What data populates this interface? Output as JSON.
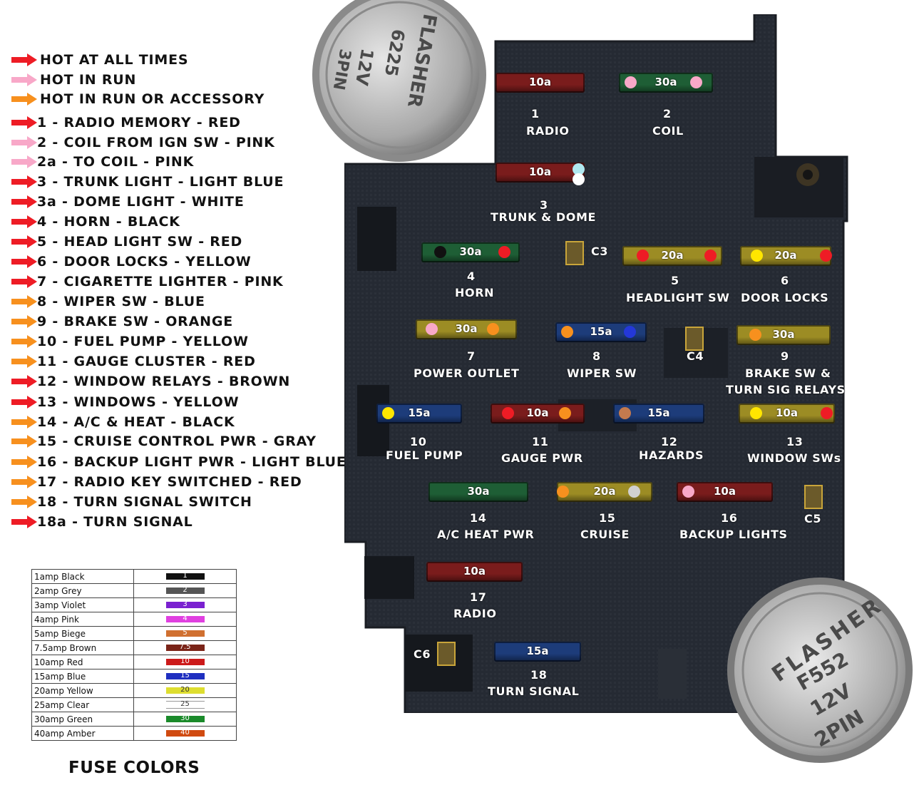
{
  "legend": {
    "items": [
      {
        "text": "HOT AT ALL TIMES",
        "color": "#ee1c25"
      },
      {
        "text": "HOT IN RUN",
        "color": "#f8a8c8"
      },
      {
        "text": "HOT IN RUN OR ACCESSORY",
        "color": "#f7901e"
      },
      {
        "text": "1 - RADIO MEMORY - RED",
        "color": "#ee1c25"
      },
      {
        "text": "2 - COIL FROM IGN SW - PINK",
        "color": "#f8a8c8"
      },
      {
        "text": "2a - TO COIL - PINK",
        "color": "#f8a8c8"
      },
      {
        "text": "3 - TRUNK LIGHT - LIGHT BLUE",
        "color": "#ee1c25"
      },
      {
        "text": "3a - DOME LIGHT - WHITE",
        "color": "#ee1c25"
      },
      {
        "text": "4 - HORN - BLACK",
        "color": "#ee1c25"
      },
      {
        "text": "5 - HEAD LIGHT SW - RED",
        "color": "#ee1c25"
      },
      {
        "text": "6 - DOOR LOCKS - YELLOW",
        "color": "#ee1c25"
      },
      {
        "text": "7 - CIGARETTE LIGHTER - PINK",
        "color": "#ee1c25"
      },
      {
        "text": "8 - WIPER SW - BLUE",
        "color": "#f7901e"
      },
      {
        "text": "9 - BRAKE SW - ORANGE",
        "color": "#f7901e"
      },
      {
        "text": "10 - FUEL PUMP - YELLOW",
        "color": "#f7901e"
      },
      {
        "text": "11 - GAUGE CLUSTER - RED",
        "color": "#f7901e"
      },
      {
        "text": "12 - WINDOW RELAYS - BROWN",
        "color": "#ee1c25"
      },
      {
        "text": "13 - WINDOWS - YELLOW",
        "color": "#ee1c25"
      },
      {
        "text": "14 - A/C & HEAT - BLACK",
        "color": "#f7901e"
      },
      {
        "text": "15 - CRUISE CONTROL PWR - GRAY",
        "color": "#f7901e"
      },
      {
        "text": "16 - BACKUP LIGHT PWR - LIGHT BLUE",
        "color": "#f7901e"
      },
      {
        "text": "17 - RADIO KEY SWITCHED - RED",
        "color": "#f7901e"
      },
      {
        "text": "18 - TURN SIGNAL SWITCH",
        "color": "#f7901e"
      },
      {
        "text": "18a - TURN SIGNAL",
        "color": "#ee1c25"
      }
    ]
  },
  "fuse_box": {
    "fuses": [
      {
        "amp": "10a",
        "num": "1",
        "name": "RADIO",
        "color": "#7a1c1c"
      },
      {
        "amp": "30a",
        "num": "2",
        "name": "COIL",
        "color": "#1e5e35"
      },
      {
        "amp": "10a",
        "num": "3",
        "name": "TRUNK & DOME",
        "color": "#7a1c1c"
      },
      {
        "amp": "30a",
        "num": "4",
        "name": "HORN",
        "color": "#1e5e35"
      },
      {
        "amp": "20a",
        "num": "5",
        "name": "HEADLIGHT SW",
        "color": "#9c8c24"
      },
      {
        "amp": "20a",
        "num": "6",
        "name": "DOOR LOCKS",
        "color": "#9c8c24"
      },
      {
        "amp": "30a",
        "num": "7",
        "name": "POWER OUTLET",
        "color": "#9c8c24"
      },
      {
        "amp": "15a",
        "num": "8",
        "name": "WIPER SW",
        "color": "#1d3c7a"
      },
      {
        "amp": "30a",
        "num": "9",
        "name": "BRAKE SW &",
        "name2": "TURN SIG RELAYS",
        "color": "#9c8c24"
      },
      {
        "amp": "15a",
        "num": "10",
        "name": "FUEL PUMP",
        "color": "#1d3c7a"
      },
      {
        "amp": "10a",
        "num": "11",
        "name": "GAUGE PWR",
        "color": "#7a1c1c"
      },
      {
        "amp": "15a",
        "num": "12",
        "name": "HAZARDS",
        "color": "#1d3c7a"
      },
      {
        "amp": "10a",
        "num": "13",
        "name": "WINDOW SWs",
        "color": "#9c8c24"
      },
      {
        "amp": "30a",
        "num": "14",
        "name": "A/C HEAT PWR",
        "color": "#1e5e35"
      },
      {
        "amp": "20a",
        "num": "15",
        "name": "CRUISE",
        "color": "#9c8c24"
      },
      {
        "amp": "10a",
        "num": "16",
        "name": "BACKUP LIGHTS",
        "color": "#7a1c1c"
      },
      {
        "amp": "10a",
        "num": "17",
        "name": "RADIO",
        "color": "#7a1c1c"
      },
      {
        "amp": "15a",
        "num": "18",
        "name": "TURN SIGNAL",
        "color": "#1d3c7a"
      }
    ],
    "connectors": [
      "C3",
      "C4",
      "C5",
      "C6"
    ]
  },
  "flashers": {
    "top": [
      "FLASHER",
      "6225",
      "12V",
      "3PIN"
    ],
    "bottom": [
      "FLASHER",
      "F552",
      "12V",
      "2PIN"
    ]
  },
  "fuse_colors": {
    "title": "FUSE COLORS",
    "rows": [
      {
        "label": "1amp Black",
        "band_text": "1",
        "color": "#111111"
      },
      {
        "label": "2amp Grey",
        "band_text": "2",
        "color": "#555555"
      },
      {
        "label": "3amp Violet",
        "band_text": "3",
        "color": "#7a20d0"
      },
      {
        "label": "4amp Pink",
        "band_text": "4",
        "color": "#e040e0"
      },
      {
        "label": "5amp Biege",
        "band_text": "5",
        "color": "#d07030"
      },
      {
        "label": "7.5amp Brown",
        "band_text": "7.5",
        "color": "#7a2418"
      },
      {
        "label": "10amp Red",
        "band_text": "10",
        "color": "#cc1a1a"
      },
      {
        "label": "15amp Blue",
        "band_text": "15",
        "color": "#1f2fc0"
      },
      {
        "label": "20amp Yellow",
        "band_text": "20",
        "color": "#dede30"
      },
      {
        "label": "25amp Clear",
        "band_text": "25",
        "color": "#ffffff"
      },
      {
        "label": "30amp Green",
        "band_text": "30",
        "color": "#1a8a2a"
      },
      {
        "label": "40amp Amber",
        "band_text": "40",
        "color": "#d04a10"
      }
    ]
  }
}
